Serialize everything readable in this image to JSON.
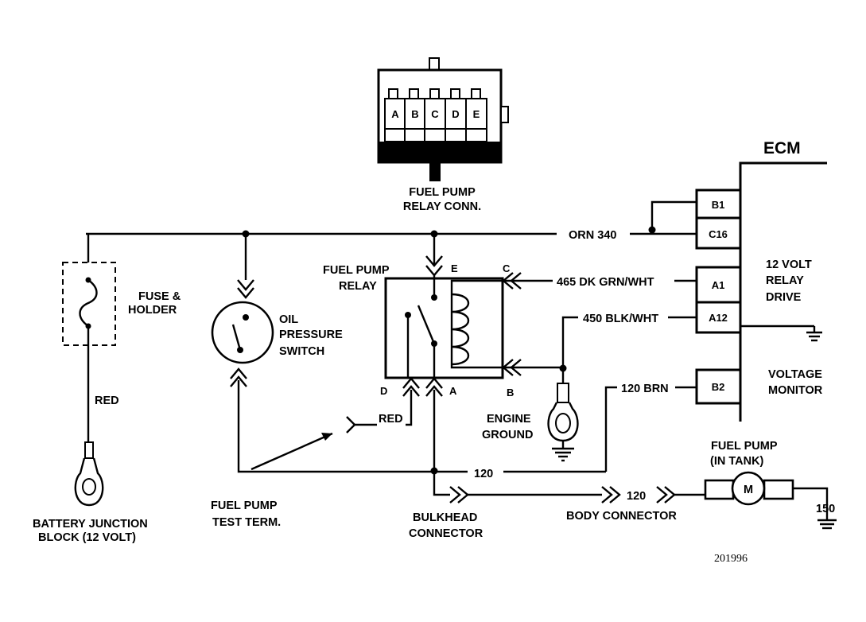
{
  "relay_connector": {
    "pins": [
      "A",
      "B",
      "C",
      "D",
      "E"
    ],
    "label_line1": "FUEL PUMP",
    "label_line2": "RELAY CONN."
  },
  "ecm": {
    "title": "ECM",
    "pins": [
      "B1",
      "C16",
      "A1",
      "A12",
      "B2"
    ],
    "relay_drive_line1": "12 VOLT",
    "relay_drive_line2": "RELAY",
    "relay_drive_line3": "DRIVE",
    "voltage_monitor_line1": "VOLTAGE",
    "voltage_monitor_line2": "MONITOR"
  },
  "wires": {
    "orn_340": "ORN 340",
    "dk_grn_wht_465": "465 DK GRN/WHT",
    "blk_wht_450": "450 BLK/WHT",
    "brn_120": "120 BRN",
    "red_battery": "RED",
    "red_test": "RED",
    "wire_120_a": "120",
    "wire_120_b": "120",
    "wire_150": "150"
  },
  "fuse": {
    "line1": "FUSE &",
    "line2": "HOLDER"
  },
  "oil_switch": {
    "line1": "OIL",
    "line2": "PRESSURE",
    "line3": "SWITCH"
  },
  "relay": {
    "line1": "FUEL PUMP",
    "line2": "RELAY",
    "term_E": "E",
    "term_C": "C",
    "term_D": "D",
    "term_A": "A",
    "term_B": "B"
  },
  "engine_ground": {
    "line1": "ENGINE",
    "line2": "GROUND"
  },
  "battery": {
    "line1": "BATTERY JUNCTION",
    "line2": "BLOCK (12 VOLT)"
  },
  "test_term": {
    "line1": "FUEL PUMP",
    "line2": "TEST TERM."
  },
  "bulkhead": {
    "line1": "BULKHEAD",
    "line2": "CONNECTOR"
  },
  "body_connector": "BODY CONNECTOR",
  "fuel_pump": {
    "line1": "FUEL PUMP",
    "line2": "(IN TANK)",
    "motor_symbol": "M"
  },
  "figure_id": "201996"
}
